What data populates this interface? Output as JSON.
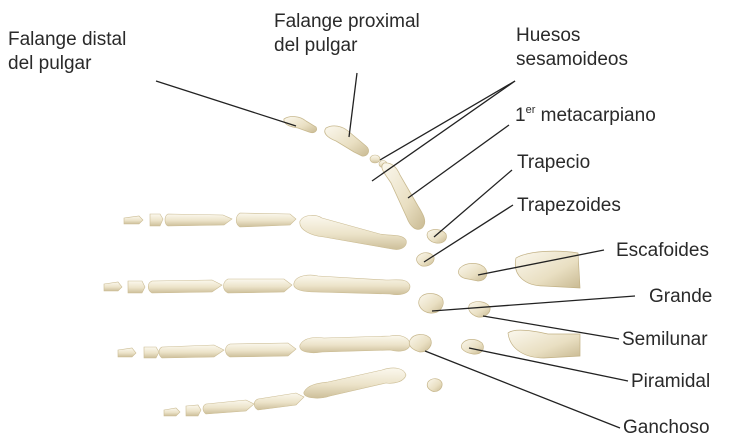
{
  "labels": {
    "distal_thumb_phalanx": [
      "Falange distal",
      "del pulgar"
    ],
    "proximal_thumb_phalanx": [
      "Falange proximal",
      "del pulgar"
    ],
    "sesamoid_bones": [
      "Huesos",
      "sesamoideos"
    ],
    "first_metacarpal": {
      "prefix": "1",
      "superscript": "er",
      "text": " metacarpiano"
    },
    "trapezium": "Trapecio",
    "trapezoid": "Trapezoides",
    "scaphoid": "Escafoides",
    "capitate": "Grande",
    "lunate": "Semilunar",
    "triquetrum": "Piramidal",
    "hamate": "Ganchoso"
  },
  "colors": {
    "bone_fill": "#eee6cf",
    "bone_shadow": "#cfc3a1",
    "bone_highlight": "#faf6ea",
    "leader_line": "#222222",
    "text": "#2a2a2a"
  }
}
